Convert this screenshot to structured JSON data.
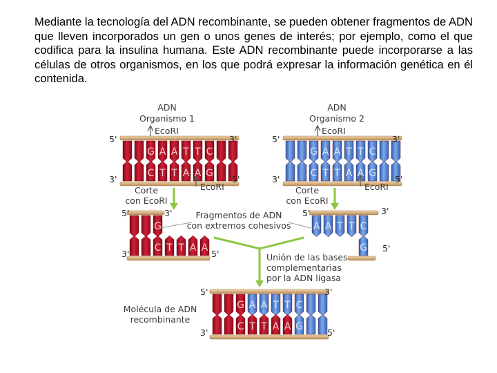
{
  "intro_text": "Mediante la tecnología del ADN recombinante, se pueden obtener fragmentos de ADN que lleven incorporados un gen o unos genes de interés; por ejemplo, como el que codifica para la insulina humana. Este ADN recombinante puede incorporarse a las células de otros organismos, en los que podrá expresar la información genética en él contenida.",
  "diagram": {
    "org1_title_line1": "ADN",
    "org1_title_line2": "Organismo 1",
    "org2_title_line1": "ADN",
    "org2_title_line2": "Organismo 2",
    "enzyme": "EcoRI",
    "cut_line1": "Corte",
    "cut_line2": "con EcoRI",
    "fragments_line1": "Fragmentos de ADN",
    "fragments_line2": "con extremos cohesivos",
    "union_line1": "Unión de las bases",
    "union_line2": "complementarias",
    "union_line3": "por la ADN ligasa",
    "result_line1": "Molécula de ADN",
    "result_line2": "recombinante",
    "end_5": "5'",
    "end_3": "3'",
    "top_strand": [
      "G",
      "A",
      "A",
      "T",
      "T",
      "C"
    ],
    "bottom_strand": [
      "C",
      "T",
      "T",
      "A",
      "A",
      "G"
    ],
    "colors": {
      "org1_strand": "#c8102e",
      "org2_strand": "#4a7fd6",
      "backbone": "#c8a070",
      "arrow": "#8dc63f",
      "label_line": "#999999"
    }
  }
}
